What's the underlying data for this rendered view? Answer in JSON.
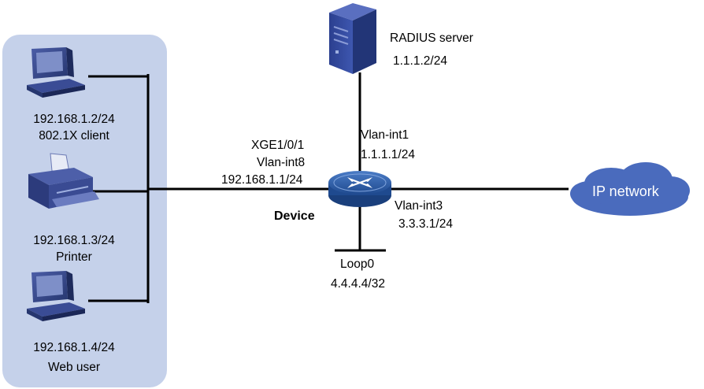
{
  "clients": [
    {
      "ip": "192.168.1.2/24",
      "name": "802.1X client",
      "icon": "desktop-computer-icon"
    },
    {
      "ip": "192.168.1.3/24",
      "name": "Printer",
      "icon": "printer-icon"
    },
    {
      "ip": "192.168.1.4/24",
      "name": "Web user",
      "icon": "desktop-computer-icon"
    }
  ],
  "device": {
    "name": "Device",
    "icon": "switch-router-icon",
    "left_interface": {
      "port": "XGE1/0/1",
      "vlan": "Vlan-int8",
      "ip": "192.168.1.1/24"
    },
    "top_interface": {
      "vlan": "Vlan-int1",
      "ip": "1.1.1.1/24"
    },
    "right_interface": {
      "vlan": "Vlan-int3",
      "ip": "3.3.3.1/24"
    },
    "loopback": {
      "name": "Loop0",
      "ip": "4.4.4.4/32"
    }
  },
  "radius_server": {
    "name": "RADIUS server",
    "ip": "1.1.1.2/24",
    "icon": "server-tower-icon"
  },
  "cloud": {
    "label": "IP network",
    "icon": "cloud-icon"
  },
  "colors": {
    "lan_background": "#c5d1ea",
    "device_blue": "#2a5aa3",
    "cloud_blue": "#4a6bbd",
    "line": "#000000"
  }
}
